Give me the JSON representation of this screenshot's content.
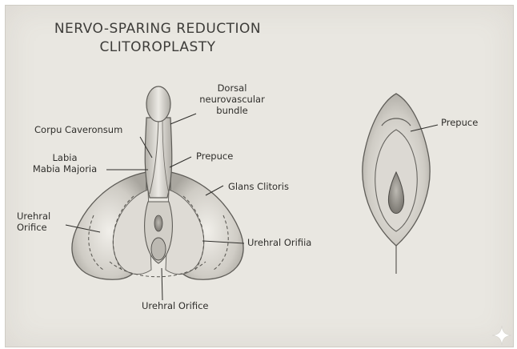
{
  "title": {
    "line1": "NERVO-SPARING REDUCTION",
    "line2": "CLITOROPLASTY"
  },
  "labels": {
    "dorsal": [
      "Dorsal",
      "neurovascular",
      "bundle"
    ],
    "corpu": "Corpu Caveronsum",
    "labia": [
      "Labia",
      "Mabia Majoria"
    ],
    "prepuce_left": "Prepuce",
    "glans": "Glans Clitoris",
    "urehral_left": [
      "Urehral",
      "Orifice"
    ],
    "urehral_right": "Urehral Orifiia",
    "urehral_bottom": "Urehral Orifice",
    "prepuce_right": "Prepuce"
  },
  "colors": {
    "paper": "#e9e7e1",
    "ink": "#2f2e2b",
    "pencil": "#6b6964"
  },
  "icons": {
    "watermark": "sparkle-icon"
  }
}
